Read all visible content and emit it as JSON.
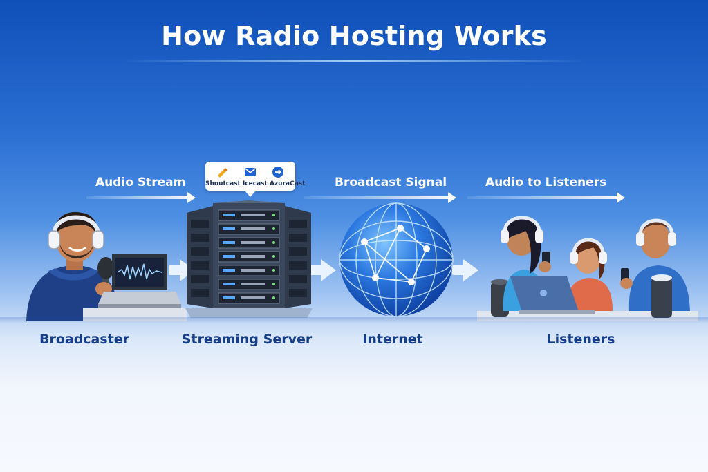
{
  "title": "How Radio Hosting Works",
  "flow": {
    "audio_stream": "Audio Stream",
    "broadcast_signal": "Broadcast Signal",
    "audio_to_listeners": "Audio to Listeners"
  },
  "stages": {
    "broadcaster": "Broadcaster",
    "streaming_server": "Streaming Server",
    "internet": "Internet",
    "listeners": "Listeners"
  },
  "server_software": {
    "text": "Shoutcast  Icecast  AzuraCast",
    "icons": [
      "shoutcast-icon",
      "icecast-icon",
      "azuracast-icon"
    ]
  },
  "colors": {
    "sky_top": "#0f4fb8",
    "sky_mid": "#4d8fe3",
    "label_dark_blue": "#163e86",
    "title_white": "#ffffff"
  }
}
